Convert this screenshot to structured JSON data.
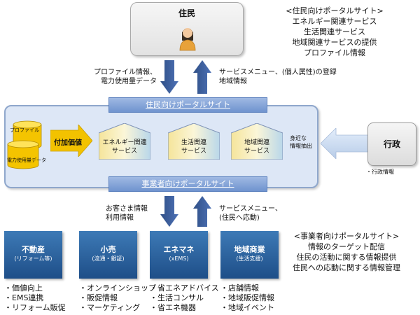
{
  "resident": {
    "title": "住民"
  },
  "resident_portal_note": {
    "heading": "<住民向けポータルサイト>",
    "items": [
      "エネルギー関連サービス",
      "生活関連サービス",
      "地域関連サービスの提供",
      "プロファイル情報"
    ]
  },
  "arrow_up_left_label": [
    "プロファイル情報、",
    "電力使用量データ"
  ],
  "arrow_down_right_label": [
    "サービスメニュー、(個人属性)の登録",
    "地域情報"
  ],
  "resident_portal_bar": "住民向けポータルサイト",
  "business_portal_bar": "事業者向けポータルサイト",
  "databases": {
    "profile": "プロファイル",
    "power": "電力使用量データ"
  },
  "value_add": "付加価値",
  "services": [
    "エネルギー関連\nサービス",
    "生活関連\nサービス",
    "地域関連\nサービス"
  ],
  "local_info": [
    "身近な",
    "情報抽出"
  ],
  "gyosei": {
    "title": "行政",
    "info": "・行政情報"
  },
  "mid_left_label": [
    "お客さま情報",
    "利用情報"
  ],
  "mid_right_label": [
    "サービスメニュー、",
    "(住民へ応動)"
  ],
  "business_note": {
    "heading": "<事業者向けポータルサイト>",
    "items": [
      "情報のターゲット配信",
      "住民の活動に関する情報提供",
      "住民への応動に関する情報管理"
    ]
  },
  "businesses": [
    {
      "name": "不動産",
      "sub": "(リフォーム等)",
      "items": [
        "・価値向上",
        "・EMS連携",
        "・リフォーム販促"
      ]
    },
    {
      "name": "小売",
      "sub": "(流通・銀証)",
      "items": [
        "・オンラインショップ",
        "・販促情報",
        "・マーケティング"
      ]
    },
    {
      "name": "エネマネ",
      "sub": "(xEMS)",
      "items": [
        "・省エネアドバイス",
        "・生活コンサル",
        "・省エネ機器"
      ]
    },
    {
      "name": "地域商業",
      "sub": "(生活支援)",
      "items": [
        "・店舗情報",
        "・地域販促情報",
        "・地域イベント"
      ]
    }
  ],
  "colors": {
    "accent": "#1e4e88",
    "portal": "#6f93cf",
    "platform": "#dde7f6",
    "db": "#f2c200"
  }
}
